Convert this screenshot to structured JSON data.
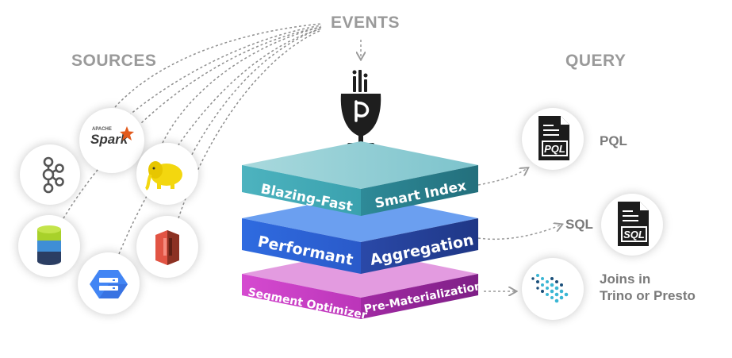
{
  "headers": {
    "events": "EVENTS",
    "sources": "SOURCES",
    "query": "QUERY"
  },
  "sources": [
    {
      "name": "Kafka",
      "icon": "kafka-icon"
    },
    {
      "name": "Spark",
      "icon": "spark-icon",
      "logo_text": "Spark",
      "logo_subtext": "APACHE"
    },
    {
      "name": "Hadoop",
      "icon": "hadoop-icon"
    },
    {
      "name": "Database",
      "icon": "database-icon"
    },
    {
      "name": "Cloud Storage",
      "icon": "cloud-storage-icon"
    },
    {
      "name": "S3",
      "icon": "s3-icon"
    }
  ],
  "stack": {
    "layers": [
      {
        "left_text": "Blazing-Fast",
        "right_text": "Smart Index",
        "color": "#3aa7b6"
      },
      {
        "left_text": "Performant",
        "right_text": "Aggregation",
        "color": "#2f5fce"
      },
      {
        "left_text": "Segment Optimizer",
        "right_text": "Pre-Materialization",
        "color": "#c93bc3"
      }
    ]
  },
  "queries": [
    {
      "label": "PQL",
      "badge": "PQL"
    },
    {
      "label": "SQL",
      "badge": "SQL"
    },
    {
      "label_line1": "Joins in",
      "label_line2": "Trino or Presto"
    }
  ]
}
